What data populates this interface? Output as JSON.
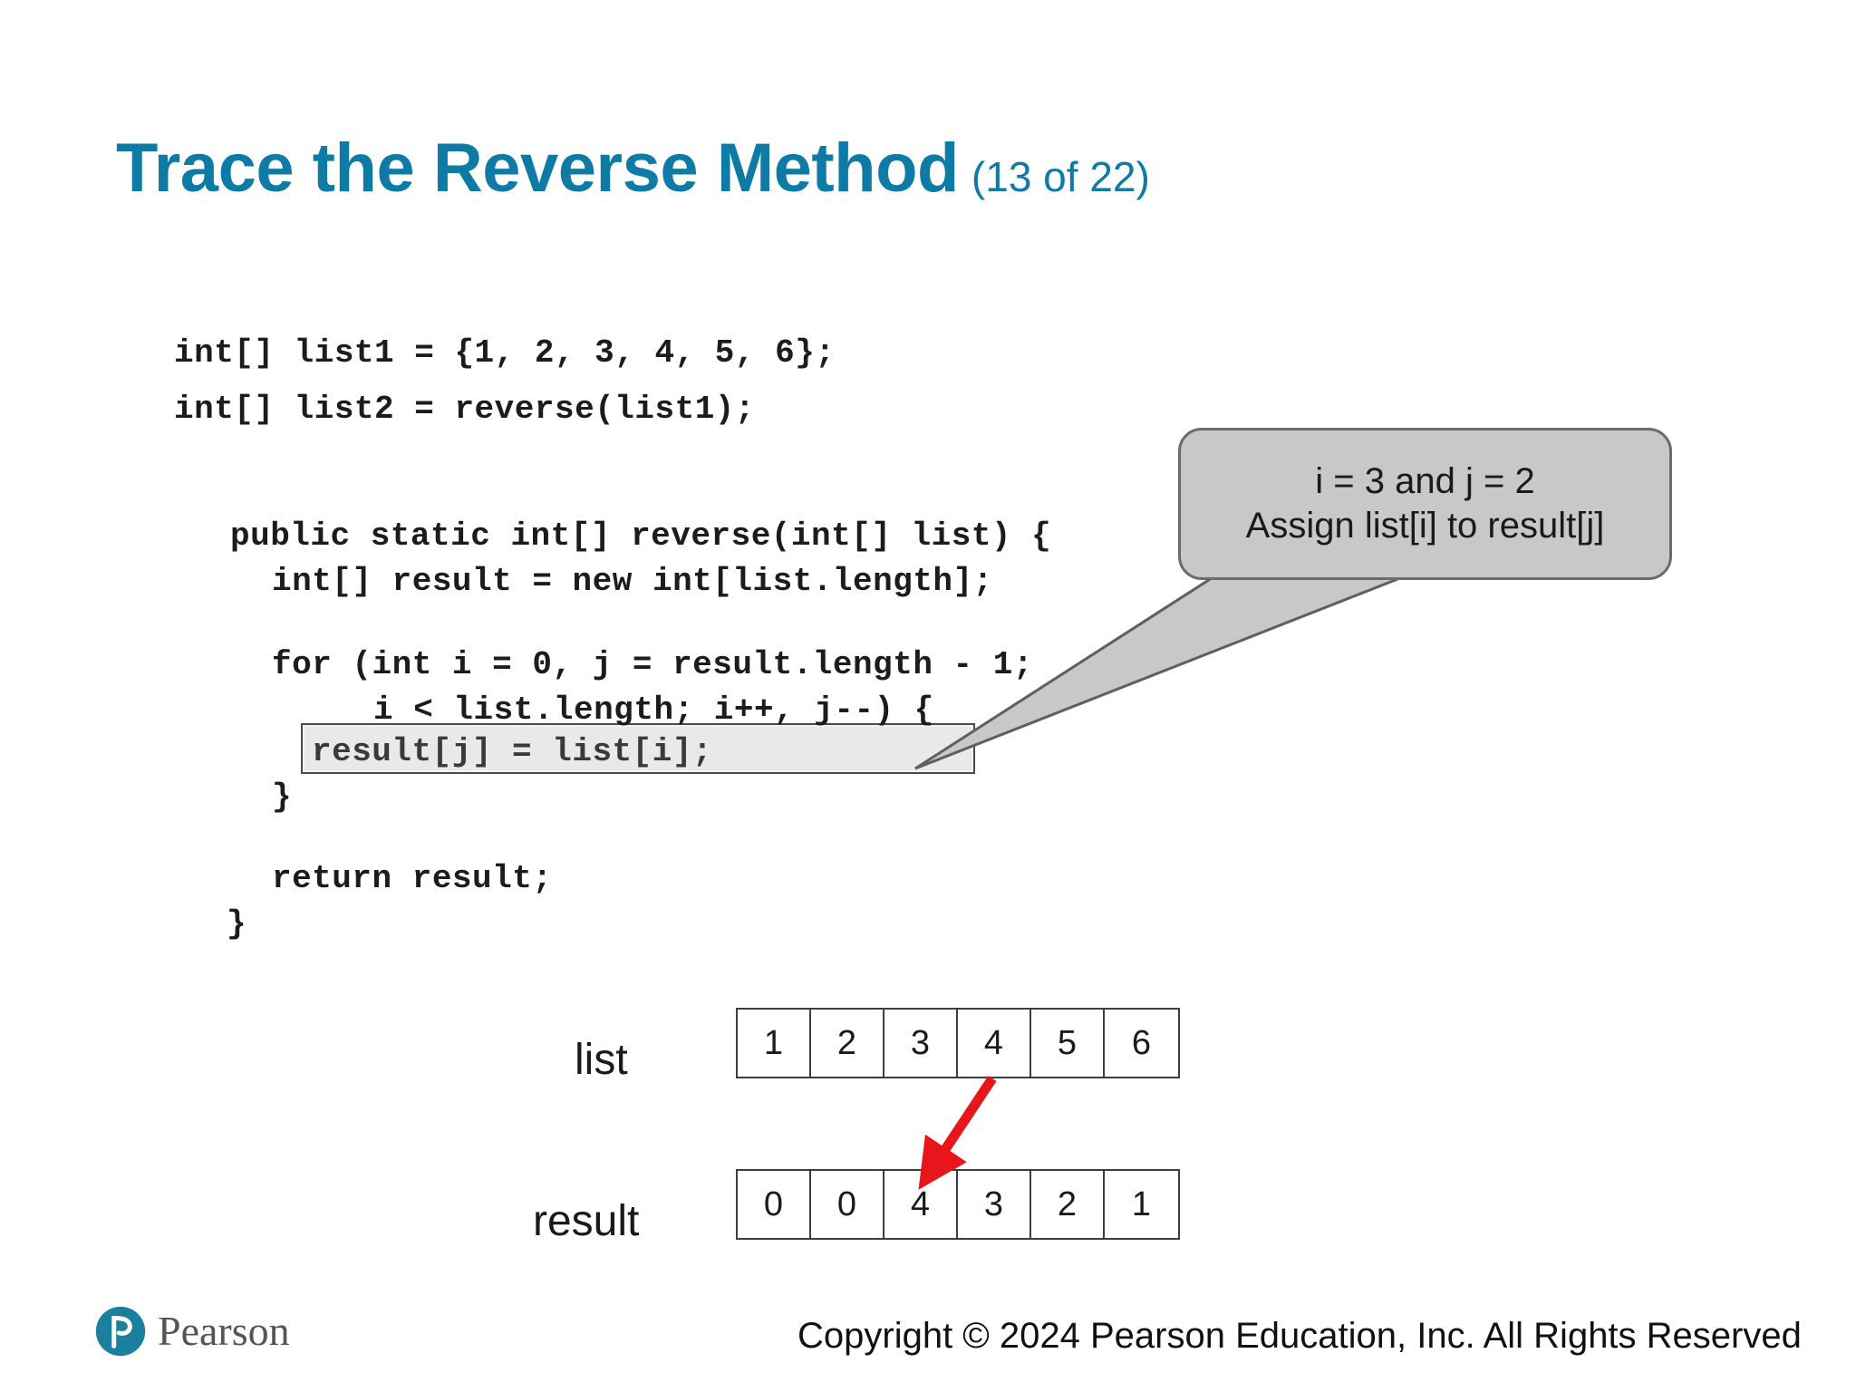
{
  "slide": {
    "title": "Trace the Reverse Method",
    "counter": "(13 of 22)"
  },
  "code": {
    "lines": [
      "int[] list1 = {1, 2, 3, 4, 5, 6};",
      "int[] list2 = reverse(list1);",
      "public static int[] reverse(int[] list) {",
      "int[] result = new int[list.length];",
      "for (int i = 0, j = result.length - 1;",
      "i < list.length; i++, j--) {",
      "result[j] = list[i];",
      "}",
      "return result;",
      "}"
    ],
    "highlighted_line": "result[j] = list[i];"
  },
  "callout": {
    "line1": "i = 3 and j = 2",
    "line2": "Assign list[i] to result[j]",
    "fill": "#c8c8c8",
    "stroke": "#6b6b6b"
  },
  "arrays": {
    "list": {
      "label": "list",
      "cells": [
        "1",
        "2",
        "3",
        "4",
        "5",
        "6"
      ]
    },
    "result": {
      "label": "result",
      "cells": [
        "0",
        "0",
        "4",
        "3",
        "2",
        "1"
      ]
    },
    "arrow": {
      "color": "#e8161b",
      "from_index": 3,
      "to_index": 2
    }
  },
  "footer": {
    "brand": "Pearson",
    "copyright": "Copyright © 2024 Pearson Education, Inc. All Rights Reserved"
  },
  "colors": {
    "title": "#0d7ba6",
    "logo_teal": "#1b7f9e"
  }
}
